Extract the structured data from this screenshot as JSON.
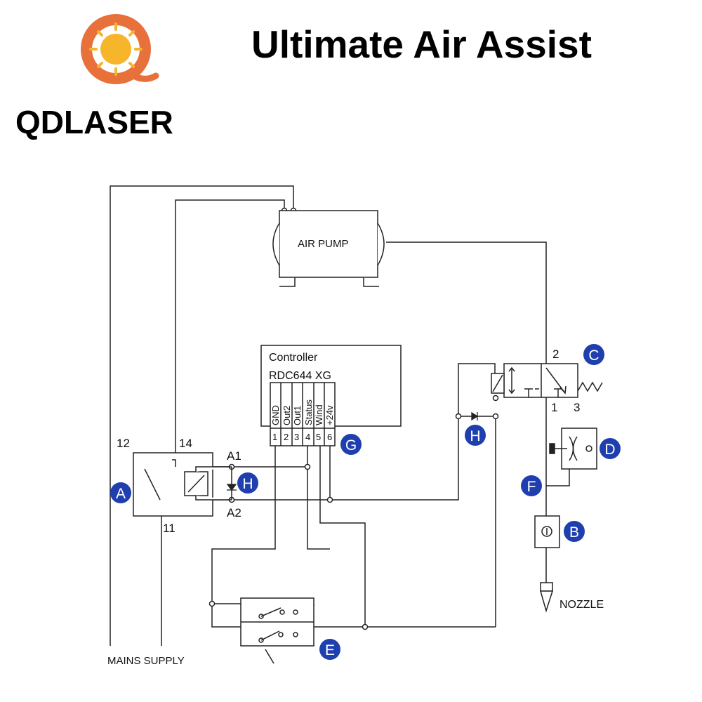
{
  "header": {
    "brand": "QDLASER",
    "title": "Ultimate Air Assist"
  },
  "colors": {
    "badge": "#1f3fae",
    "line": "#222222",
    "logo_orange": "#e8703a",
    "logo_yellow": "#f7b52c"
  },
  "components": {
    "air_pump": "AIR PUMP",
    "controller_name": "Controller",
    "controller_model": "RDC644 XG",
    "nozzle": "NOZZLE",
    "mains": "MAINS SUPPLY"
  },
  "controller_pins": [
    {
      "num": "1",
      "name": "GND"
    },
    {
      "num": "2",
      "name": "Out2"
    },
    {
      "num": "3",
      "name": "Out1"
    },
    {
      "num": "4",
      "name": "Status"
    },
    {
      "num": "5",
      "name": "Wind"
    },
    {
      "num": "6",
      "name": "+24v"
    }
  ],
  "relay_terminals": {
    "t12": "12",
    "t14": "14",
    "t11": "11",
    "a1": "A1",
    "a2": "A2"
  },
  "valve_ports": {
    "p2": "2",
    "p1": "1",
    "p3": "3"
  },
  "badges": {
    "a": "A",
    "b": "B",
    "c": "C",
    "d": "D",
    "e": "E",
    "f": "F",
    "g": "G",
    "h1": "H",
    "h2": "H"
  }
}
